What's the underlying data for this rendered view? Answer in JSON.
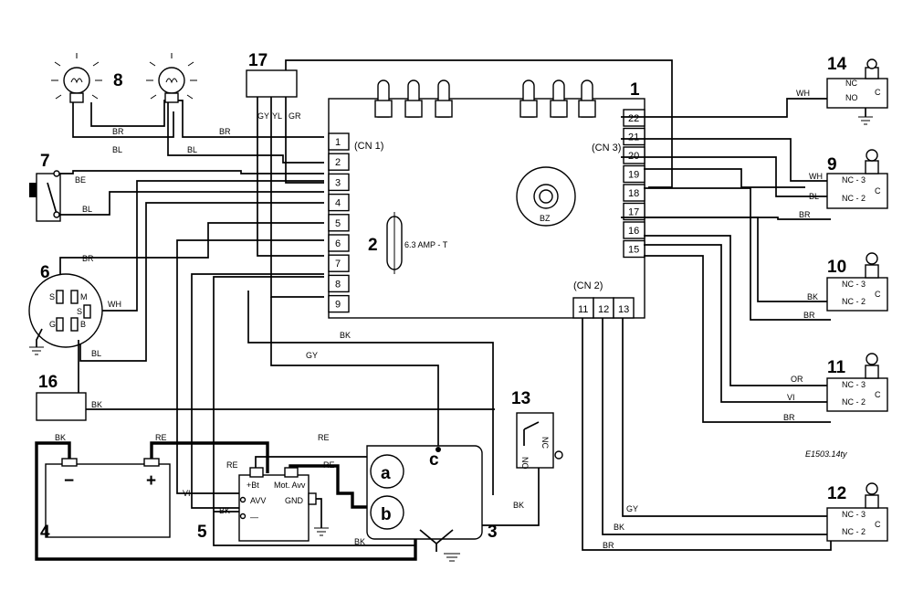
{
  "components": {
    "main_board": "1",
    "fuse": "2",
    "motor": "3",
    "battery": "4",
    "relay": "5",
    "key_switch": "6",
    "toggle_switch": "7",
    "lamps": "8",
    "switch_9": "9",
    "switch_10": "10",
    "switch_11": "11",
    "switch_12": "12",
    "switch_13": "13",
    "switch_14": "14",
    "unit_16": "16",
    "connector_17": "17"
  },
  "connectors": {
    "cn1": "(CN 1)",
    "cn2": "(CN 2)",
    "cn3": "(CN 3)",
    "cn1_pins": [
      "1",
      "2",
      "3",
      "4",
      "5",
      "6",
      "7",
      "8",
      "9"
    ],
    "cn3_pins": [
      "22",
      "21",
      "20",
      "19",
      "18",
      "17",
      "16",
      "15"
    ],
    "cn2_pins": [
      "11",
      "12",
      "13"
    ]
  },
  "fuse_label": "6.3 AMP - T",
  "buzzer_label": "BZ",
  "wires": {
    "br": "BR",
    "bl": "BL",
    "be": "BE",
    "wh": "WH",
    "bk": "BK",
    "gy": "GY",
    "yl": "YL",
    "gr": "GR",
    "re": "RE",
    "vi": "VI",
    "or": "OR"
  },
  "key_switch_terms": {
    "s1": "S",
    "m": "M",
    "s2": "S",
    "g": "G",
    "b": "B"
  },
  "relay_terms": {
    "bt": "+Bt",
    "mot": "Mot. Avv",
    "avv": "AVV",
    "gnd": "GND",
    "neg": "—"
  },
  "motor_terms": {
    "a": "a",
    "b": "b",
    "c": "c"
  },
  "battery_terms": {
    "neg": "−",
    "pos": "+"
  },
  "switch_terms": {
    "nc3": "NC - 3",
    "nc2": "NC - 2",
    "c": "C",
    "nc": "NC",
    "no": "NO"
  },
  "drawing_code": "E1503.14ty"
}
